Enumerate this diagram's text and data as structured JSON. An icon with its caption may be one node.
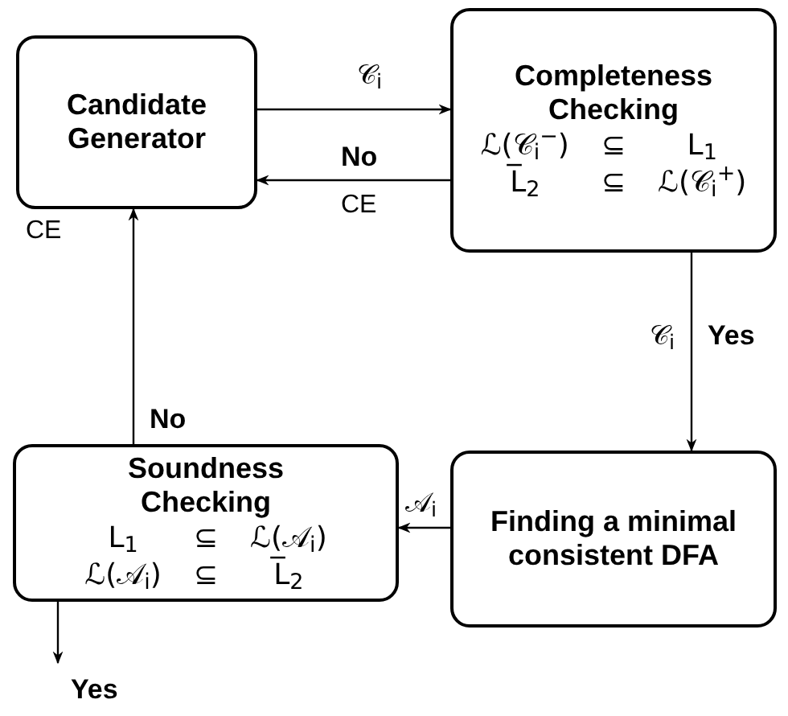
{
  "diagram": {
    "nodes": [
      {
        "text": [
          "Candidate Generator"
        ]
      },
      {
        "text": [
          "Completeness Checking",
          "ℒ(𝒞$_{i}$$^{−}$)",
          "⊆",
          "L$_{1}$",
          "L̅$_{2}$",
          "⊆",
          "ℒ(𝒞$_{i}$$^{+}$)"
        ]
      },
      {
        "text": [
          "Finding a minimal consistent DFA"
        ]
      },
      {
        "text": [
          "Soundness Checking",
          "L$_{1}$",
          "⊆",
          "ℒ(𝒜$_{i}$)",
          "ℒ(𝒜$_{i}$)",
          "⊆",
          "L̅$_{2}$"
        ]
      }
    ],
    "edges": [
      {
        "from": 0,
        "to": 1,
        "arrow": "to",
        "label": "𝒞$_{i}$"
      },
      {
        "from": 1,
        "to": 0,
        "arrow": "to",
        "label": "No"
      },
      {
        "from": 1,
        "to": 2,
        "arrow": "to",
        "label": "Yes"
      },
      {
        "from": 2,
        "to": 3,
        "arrow": "to",
        "label": "𝒜$_{i}$"
      },
      {
        "from": 3,
        "to": 0,
        "arrow": "to",
        "label": "No"
      },
      {
        "from": 3,
        "to": null,
        "arrow": "to",
        "label": "Yes"
      }
    ],
    "labels": [
      "CE",
      "CE",
      "𝒞$_{i}$"
    ]
  }
}
